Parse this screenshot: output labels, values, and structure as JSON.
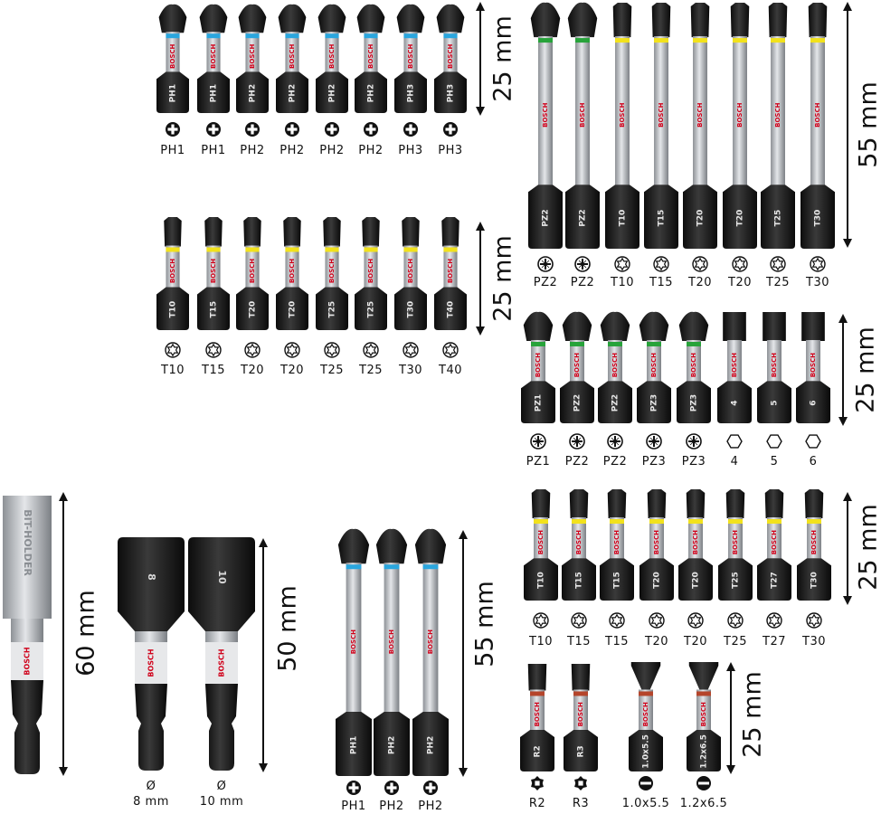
{
  "brand": "BOSCH",
  "colors": {
    "bit_body": "#1c1c1c",
    "steel": "#c9ccd0",
    "brand_red": "#d0021b",
    "ph_ring": "#2aa6de",
    "pz_ring": "#27a33a",
    "torx_ring": "#f2e21c",
    "robertson_ring": "#b5452b",
    "slot_ring": "#b5452b"
  },
  "groups": [
    {
      "id": "ph25",
      "dimension": "25 mm",
      "bits": [
        {
          "mark": "PH1",
          "label": "PH1",
          "type": "ph",
          "icon": "phillips-icon"
        },
        {
          "mark": "PH1",
          "label": "PH1",
          "type": "ph",
          "icon": "phillips-icon"
        },
        {
          "mark": "PH2",
          "label": "PH2",
          "type": "ph",
          "icon": "phillips-icon"
        },
        {
          "mark": "PH2",
          "label": "PH2",
          "type": "ph",
          "icon": "phillips-icon"
        },
        {
          "mark": "PH2",
          "label": "PH2",
          "type": "ph",
          "icon": "phillips-icon"
        },
        {
          "mark": "PH2",
          "label": "PH2",
          "type": "ph",
          "icon": "phillips-icon"
        },
        {
          "mark": "PH3",
          "label": "PH3",
          "type": "ph",
          "icon": "phillips-icon"
        },
        {
          "mark": "PH3",
          "label": "PH3",
          "type": "ph",
          "icon": "phillips-icon"
        }
      ]
    },
    {
      "id": "torx25a",
      "dimension": "25 mm",
      "bits": [
        {
          "mark": "T10",
          "label": "T10",
          "type": "torx",
          "icon": "torx-icon"
        },
        {
          "mark": "T15",
          "label": "T15",
          "type": "torx",
          "icon": "torx-icon"
        },
        {
          "mark": "T20",
          "label": "T20",
          "type": "torx",
          "icon": "torx-icon"
        },
        {
          "mark": "T20",
          "label": "T20",
          "type": "torx",
          "icon": "torx-icon"
        },
        {
          "mark": "T25",
          "label": "T25",
          "type": "torx",
          "icon": "torx-icon"
        },
        {
          "mark": "T25",
          "label": "T25",
          "type": "torx",
          "icon": "torx-icon"
        },
        {
          "mark": "T30",
          "label": "T30",
          "type": "torx",
          "icon": "torx-icon"
        },
        {
          "mark": "T40",
          "label": "T40",
          "type": "torx",
          "icon": "torx-icon"
        }
      ]
    },
    {
      "id": "long55",
      "dimension": "55 mm",
      "bits": [
        {
          "mark": "PZ2",
          "label": "PZ2",
          "type": "pz",
          "icon": "pozidriv-icon"
        },
        {
          "mark": "PZ2",
          "label": "PZ2",
          "type": "pz",
          "icon": "pozidriv-icon"
        },
        {
          "mark": "T10",
          "label": "T10",
          "type": "torx",
          "icon": "torx-icon"
        },
        {
          "mark": "T15",
          "label": "T15",
          "type": "torx",
          "icon": "torx-icon"
        },
        {
          "mark": "T20",
          "label": "T20",
          "type": "torx",
          "icon": "torx-icon"
        },
        {
          "mark": "T20",
          "label": "T20",
          "type": "torx",
          "icon": "torx-icon"
        },
        {
          "mark": "T25",
          "label": "T25",
          "type": "torx",
          "icon": "torx-icon"
        },
        {
          "mark": "T30",
          "label": "T30",
          "type": "torx",
          "icon": "torx-icon"
        }
      ]
    },
    {
      "id": "pzhex25",
      "dimension": "25 mm",
      "bits": [
        {
          "mark": "PZ1",
          "label": "PZ1",
          "type": "pz",
          "icon": "pozidriv-icon"
        },
        {
          "mark": "PZ2",
          "label": "PZ2",
          "type": "pz",
          "icon": "pozidriv-icon"
        },
        {
          "mark": "PZ2",
          "label": "PZ2",
          "type": "pz",
          "icon": "pozidriv-icon"
        },
        {
          "mark": "PZ3",
          "label": "PZ3",
          "type": "pz",
          "icon": "pozidriv-icon"
        },
        {
          "mark": "PZ3",
          "label": "PZ3",
          "type": "pz",
          "icon": "pozidriv-icon"
        },
        {
          "mark": "4",
          "label": "4",
          "type": "hex",
          "icon": "hex-socket-icon"
        },
        {
          "mark": "5",
          "label": "5",
          "type": "hex",
          "icon": "hex-socket-icon"
        },
        {
          "mark": "6",
          "label": "6",
          "type": "hex",
          "icon": "hex-socket-icon"
        }
      ]
    },
    {
      "id": "torx25b",
      "dimension": "25 mm",
      "bits": [
        {
          "mark": "T10",
          "label": "T10",
          "type": "torx",
          "icon": "torx-icon"
        },
        {
          "mark": "T15",
          "label": "T15",
          "type": "torx",
          "icon": "torx-icon"
        },
        {
          "mark": "T15",
          "label": "T15",
          "type": "torx",
          "icon": "torx-icon"
        },
        {
          "mark": "T20",
          "label": "T20",
          "type": "torx",
          "icon": "torx-icon"
        },
        {
          "mark": "T20",
          "label": "T20",
          "type": "torx",
          "icon": "torx-icon"
        },
        {
          "mark": "T25",
          "label": "T25",
          "type": "torx",
          "icon": "torx-icon"
        },
        {
          "mark": "T27",
          "label": "T27",
          "type": "torx",
          "icon": "torx-icon"
        },
        {
          "mark": "T30",
          "label": "T30",
          "type": "torx",
          "icon": "torx-icon"
        }
      ]
    },
    {
      "id": "rs25",
      "dimension": "25 mm",
      "bits": [
        {
          "mark": "R2",
          "label": "R2",
          "type": "rob",
          "icon": "robertson-icon"
        },
        {
          "mark": "R3",
          "label": "R3",
          "type": "rob",
          "icon": "robertson-icon"
        },
        {
          "mark": "1.0x5.5",
          "label": "1.0x5.5",
          "type": "slot",
          "icon": "slotted-icon"
        },
        {
          "mark": "1.2x6.5",
          "label": "1.2x6.5",
          "type": "slot",
          "icon": "slotted-icon"
        }
      ]
    },
    {
      "id": "ph55",
      "dimension": "55 mm",
      "bits": [
        {
          "mark": "PH1",
          "label": "PH1",
          "type": "ph",
          "icon": "phillips-icon"
        },
        {
          "mark": "PH2",
          "label": "PH2",
          "type": "ph",
          "icon": "phillips-icon"
        },
        {
          "mark": "PH2",
          "label": "PH2",
          "type": "ph",
          "icon": "phillips-icon"
        }
      ]
    }
  ],
  "holder": {
    "dimension": "60 mm",
    "mark": "BIT-HOLDER"
  },
  "nutsetters": {
    "dimension": "50 mm",
    "items": [
      {
        "mark": "8",
        "symbol": "Ø",
        "label": "8 mm",
        "icon": "diameter-icon"
      },
      {
        "mark": "10",
        "symbol": "Ø",
        "label": "10 mm",
        "icon": "diameter-icon"
      }
    ]
  }
}
